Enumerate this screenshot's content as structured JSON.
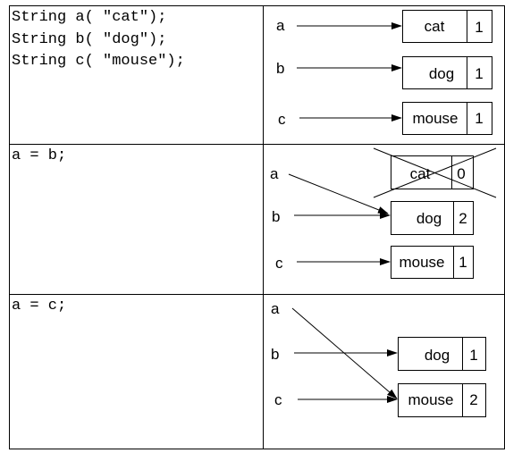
{
  "rows": [
    {
      "code": [
        "String a( \"cat\");",
        "String b( \"dog\");",
        "String c( \"mouse\");"
      ],
      "vars": [
        "a",
        "b",
        "c"
      ],
      "objects": [
        {
          "text": "cat",
          "count": "1"
        },
        {
          "text": "dog",
          "count": "1"
        },
        {
          "text": "mouse",
          "count": "1"
        }
      ]
    },
    {
      "code": [
        "a = b;"
      ],
      "vars": [
        "a",
        "b",
        "c"
      ],
      "objects": [
        {
          "text": "cat",
          "count": "0",
          "crossed": true
        },
        {
          "text": "dog",
          "count": "2"
        },
        {
          "text": "mouse",
          "count": "1"
        }
      ]
    },
    {
      "code": [
        "a = c;"
      ],
      "vars": [
        "a",
        "b",
        "c"
      ],
      "objects": [
        {
          "text": "dog",
          "count": "1"
        },
        {
          "text": "mouse",
          "count": "2"
        }
      ]
    }
  ]
}
